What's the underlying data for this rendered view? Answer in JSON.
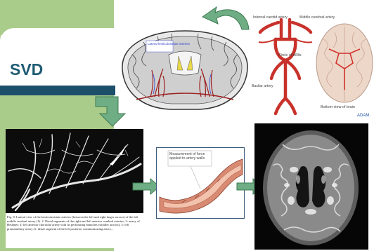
{
  "slide": {
    "title": "SVD",
    "accent_green": "#a9cc8a",
    "accent_blue": "#1c4f6a",
    "arrow_color": "#6fae84"
  },
  "coronal_section": {
    "label": "Lateral lenticulostriate arteries"
  },
  "circle_of_willis": {
    "labels": {
      "internal_carotid": "Internal carotid artery",
      "middle_cerebral": "Middle cerebral artery",
      "circle": "Circle of Willis",
      "basilar": "Basilar artery",
      "bottom_view": "Bottom view of brain",
      "brand": "ADAM."
    }
  },
  "micrograph": {
    "caption": "Fig. 8.   Lateral view of the lenticulostriate arteries (between the left and right larger arrows) of the left middle cerebral artery (1). 2: Distal segments of the right and left anterior cerebral arteries; 3: artery of Heubner; 4: left anterior choroidal artery with its perforating branches (smaller arrows); 5: left premamillary artery; 6: distal segment of the left posterior communicating artery..."
  },
  "vessel_diagram": {
    "label": "Measurement of force applied to artery walls"
  },
  "mri": {
    "description_icon": "brain-mri-icon"
  }
}
